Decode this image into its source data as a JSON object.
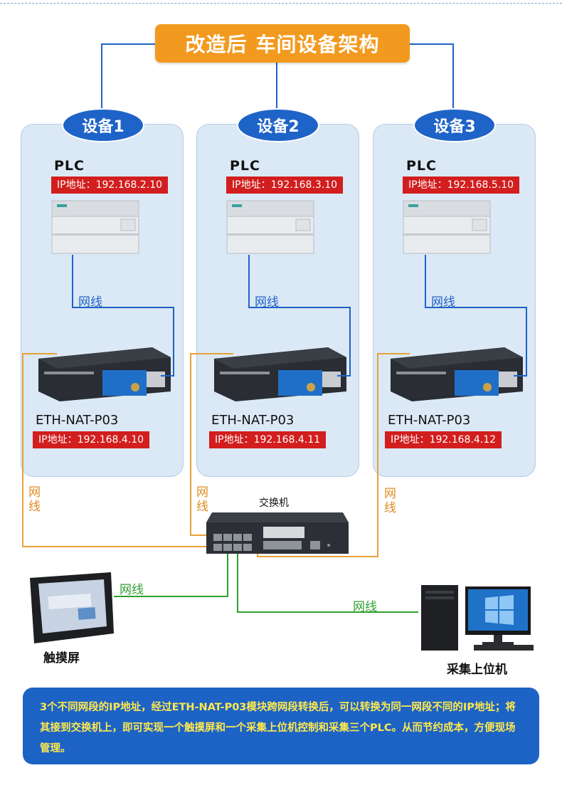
{
  "title": {
    "part1": "改造后",
    "part2": "车间设备架构"
  },
  "devices": [
    {
      "label": "设备1",
      "plc_name": "PLC",
      "plc_ip": "IP地址：192.168.2.10",
      "wire": "网线",
      "module_name": "ETH-NAT-P03",
      "module_ip": "IP地址：192.168.4.10",
      "uplink_wire": "网线"
    },
    {
      "label": "设备2",
      "plc_name": "PLC",
      "plc_ip": "IP地址：192.168.3.10",
      "wire": "网线",
      "module_name": "ETH-NAT-P03",
      "module_ip": "IP地址：192.168.4.11",
      "uplink_wire": "网线"
    },
    {
      "label": "设备3",
      "plc_name": "PLC",
      "plc_ip": "IP地址：192.168.5.10",
      "wire": "网线",
      "module_name": "ETH-NAT-P03",
      "module_ip": "IP地址：192.168.4.12",
      "uplink_wire": "网线"
    }
  ],
  "switch": {
    "label": "交换机"
  },
  "touchscreen": {
    "label": "触摸屏",
    "wire": "网线"
  },
  "host_pc": {
    "label": "采集上位机",
    "wire": "网线"
  },
  "info": "3个不同网段的IP地址，经过ETH-NAT-P03模块跨网段转换后，可以转换为同一网段不同的IP地址；将其接到交换机上，即可实现一个触摸屏和一个采集上位机控制和采集三个PLC。从而节约成本，方便现场管理。",
  "colors": {
    "title_bg": "#f29a1f",
    "pill_bg": "#1e63c8",
    "panel_bg": "#dbe8f5",
    "ip_label_bg": "#d21e1e",
    "info_bg": "#1d63c6",
    "info_text": "#ffe94d",
    "wire_blue": "#1e63c8",
    "wire_orange": "#e8a03a",
    "wire_green": "#2ea02e"
  }
}
